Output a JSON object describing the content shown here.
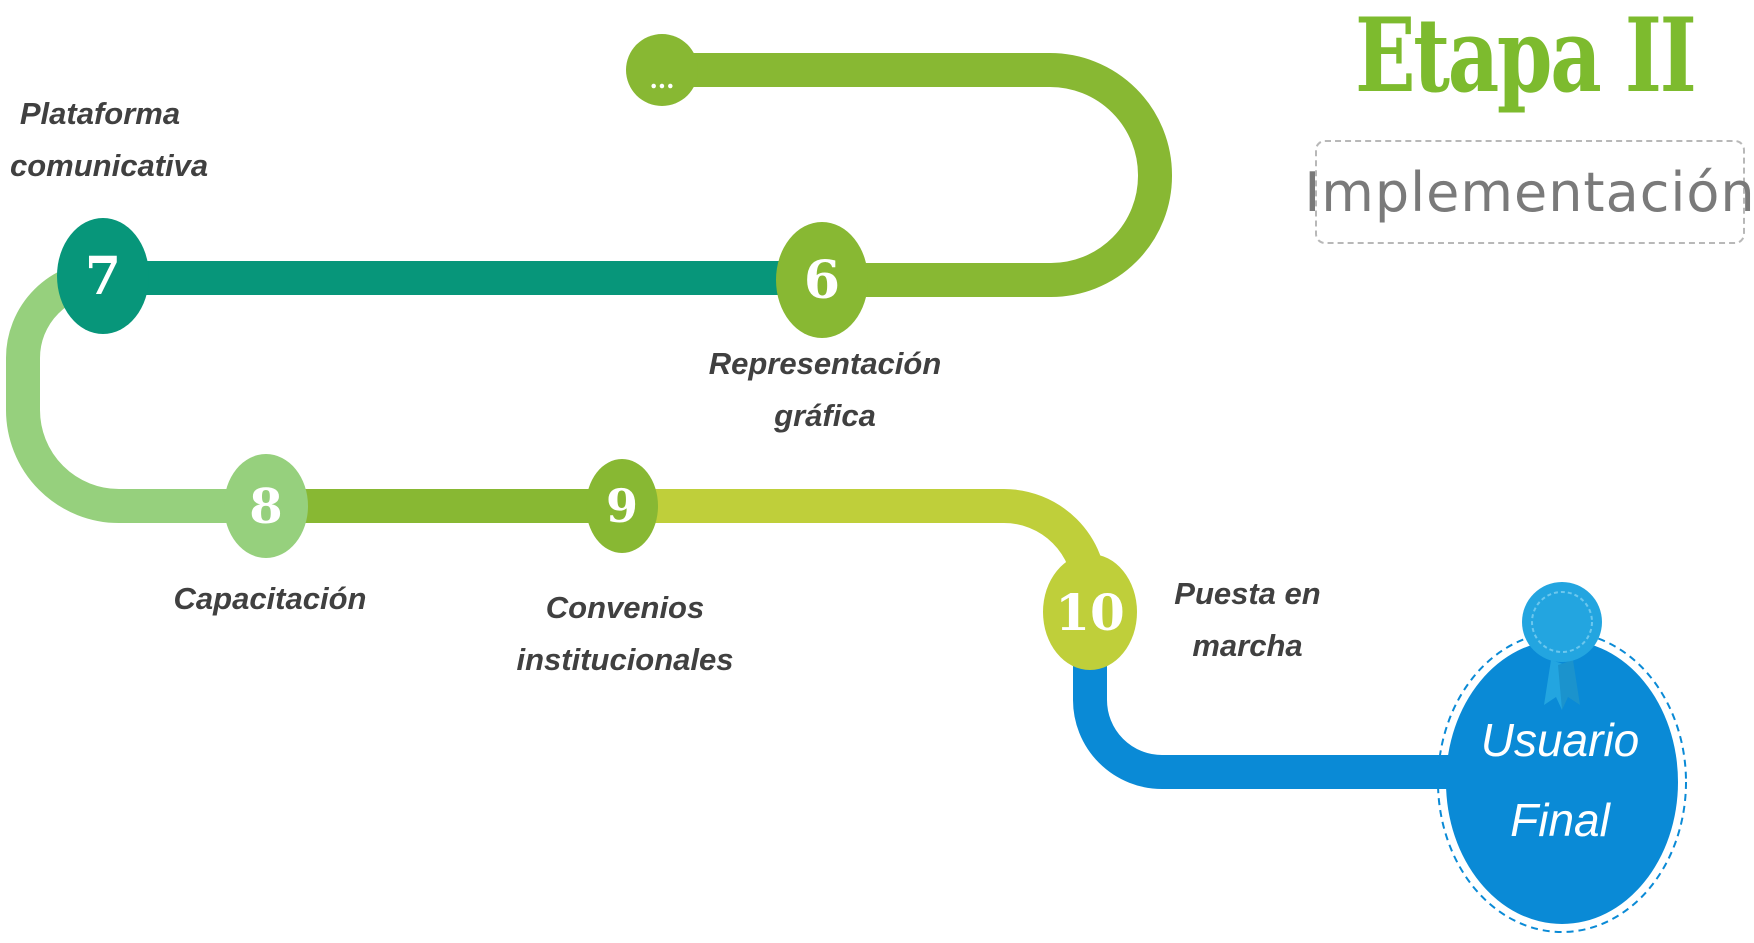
{
  "header": {
    "title": "Etapa II",
    "subtitle": "Implementación"
  },
  "steps": [
    {
      "id": "continuation",
      "number": "...",
      "label": ""
    },
    {
      "id": "6",
      "number": "6",
      "label": "Representación\ngráfica"
    },
    {
      "id": "7",
      "number": "7",
      "label": "Plataforma\ncomunicativa"
    },
    {
      "id": "8",
      "number": "8",
      "label": "Capacitación"
    },
    {
      "id": "9",
      "number": "9",
      "label": "Convenios\ninstitucionales"
    },
    {
      "id": "10",
      "number": "10",
      "label": "Puesta en\nmarcha"
    }
  ],
  "final": {
    "label": "Usuario\nFinal"
  },
  "colors": {
    "dark_teal": "#07967a",
    "olive_green": "#88b833",
    "light_green": "#96d07d",
    "lime": "#bfcf3a",
    "blue": "#0a8ad6",
    "badge_blue": "#23a5e0",
    "title_green": "#7dbb2e"
  },
  "icons": {
    "final_badge": "award-ribbon-icon"
  }
}
